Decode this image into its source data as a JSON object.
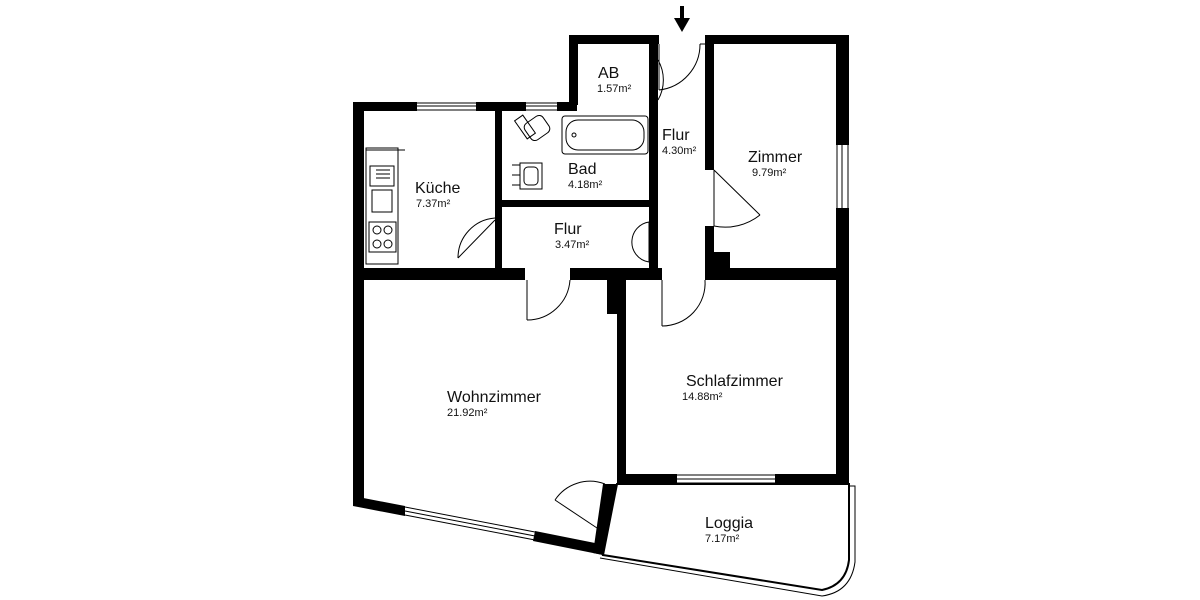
{
  "rooms": {
    "ab": {
      "name": "AB",
      "area": "1.57m²"
    },
    "flur_top": {
      "name": "Flur",
      "area": "4.30m²"
    },
    "zimmer": {
      "name": "Zimmer",
      "area": "9.79m²"
    },
    "kueche": {
      "name": "Küche",
      "area": "7.37m²"
    },
    "bad": {
      "name": "Bad",
      "area": "4.18m²"
    },
    "flur_mid": {
      "name": "Flur",
      "area": "3.47m²"
    },
    "wohnzimmer": {
      "name": "Wohnzimmer",
      "area": "21.92m²"
    },
    "schlafzimmer": {
      "name": "Schlafzimmer",
      "area": "14.88m²"
    },
    "loggia": {
      "name": "Loggia",
      "area": "7.17m²"
    }
  },
  "entrance": {
    "icon": "arrow-down-icon"
  }
}
